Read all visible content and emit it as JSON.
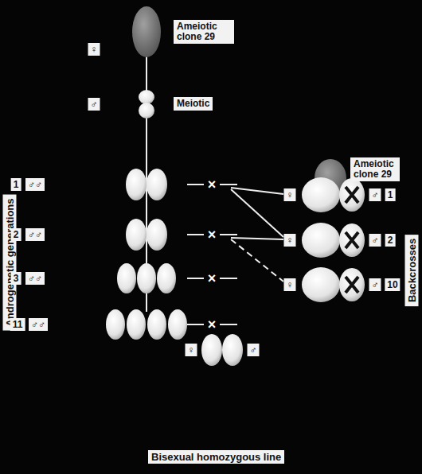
{
  "diagram": {
    "nodes": [
      {
        "text": [
          "Ameiotic clone 29"
        ]
      },
      {
        "text": [
          "Meiotic"
        ]
      },
      {
        "text": [
          "Ameiotic clone 29"
        ]
      },
      {
        "text": [
          "Bisexual homozygous line"
        ]
      }
    ],
    "labels": [
      "♀",
      "♂",
      "Androgenetic generations",
      "1",
      "♂♂",
      "×",
      "♀",
      "♂",
      "1",
      "2",
      "♂♂",
      "×",
      "♀",
      "♂",
      "2",
      "3",
      "♂♂",
      "×",
      "♀",
      "♂",
      "10",
      "11",
      "♂♂",
      "×",
      "♀",
      "♂",
      "Backcrosses"
    ]
  }
}
